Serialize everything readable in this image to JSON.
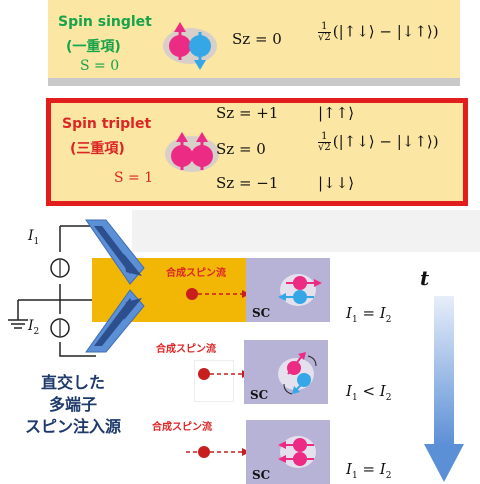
{
  "singlet": {
    "title": "Spin singlet",
    "kanji": "(一重項)",
    "S_label": "S = 0",
    "sz": "Sz = 0",
    "state_frac_num": "1",
    "state_frac_den": "√2",
    "state": "(|↑↓⟩ − |↓↑⟩)"
  },
  "triplet": {
    "title": "Spin triplet",
    "kanji": "(三重項)",
    "S_label": "S = 1",
    "rows": [
      {
        "sz": "Sz = +1",
        "state": "|↑↑⟩"
      },
      {
        "sz": "Sz = 0",
        "state_frac_num": "1",
        "state_frac_den": "√2",
        "state": "(|↑↓⟩ − |↓↑⟩)"
      },
      {
        "sz": "Sz = −1",
        "state": "|↓↓⟩"
      }
    ]
  },
  "circuit": {
    "I1": "I1",
    "I2": "I2"
  },
  "panels": [
    {
      "label": "合成スピン流",
      "sc": "SC",
      "relation": "I1 = I2"
    },
    {
      "label": "合成スピン流",
      "sc": "SC",
      "relation": "I1 < I2"
    },
    {
      "label": "合成スピン流",
      "sc": "SC",
      "relation": "I1 = I2"
    }
  ],
  "time_label": "t",
  "source_caption": [
    "直交した",
    "多端子",
    "スピン注入源"
  ],
  "colors": {
    "cream": "#fbe6a3",
    "green": "#16a34a",
    "red": "#dc2626",
    "orange": "#f2b705",
    "sc_purple": "#b7b3d6",
    "blue_arrow": "#5b8fd6",
    "navy": "#1e3a6b"
  }
}
